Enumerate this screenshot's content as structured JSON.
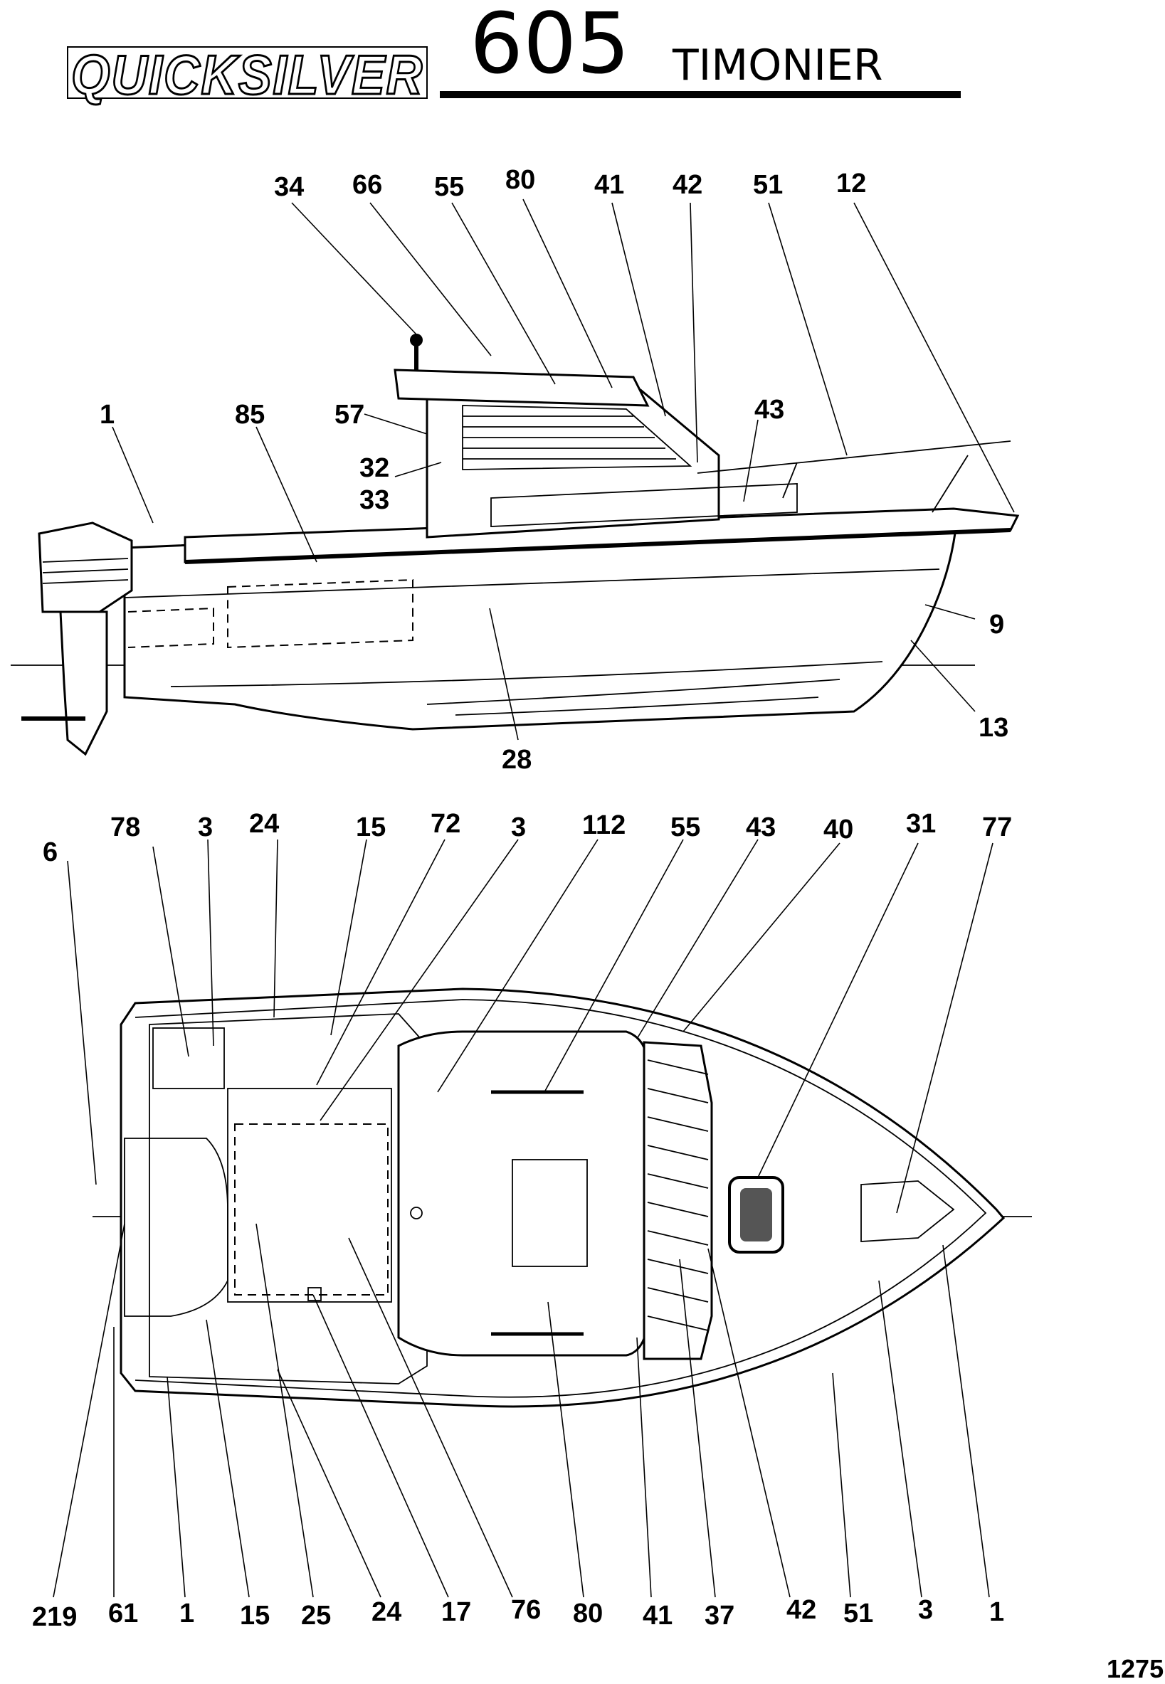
{
  "header": {
    "brand": "QUICKSILVER",
    "model": "605",
    "variant": "TIMONIER"
  },
  "page_number": "1275",
  "side_view": {
    "callouts": [
      "34",
      "66",
      "55",
      "80",
      "41",
      "42",
      "51",
      "12",
      "1",
      "85",
      "57",
      "43",
      "32",
      "33",
      "9",
      "13",
      "28"
    ]
  },
  "top_view": {
    "callouts_top": [
      "78",
      "3",
      "24",
      "15",
      "72",
      "3",
      "112",
      "55",
      "43",
      "40",
      "31",
      "77",
      "6"
    ],
    "callouts_bottom": [
      "219",
      "61",
      "1",
      "15",
      "25",
      "24",
      "17",
      "76",
      "80",
      "41",
      "37",
      "42",
      "51",
      "3",
      "1"
    ]
  }
}
